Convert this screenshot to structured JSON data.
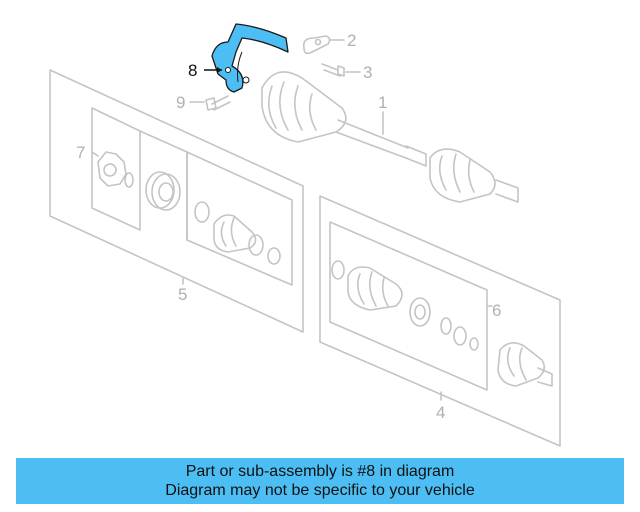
{
  "diagram": {
    "callouts": {
      "c1": "1",
      "c2": "2",
      "c3": "3",
      "c4": "4",
      "c5": "5",
      "c6": "6",
      "c7": "7",
      "c8": "8",
      "c9": "9"
    },
    "highlight_part": "8",
    "highlight_color": "#4dbef4",
    "line_color": "#c4c4c4"
  },
  "banner": {
    "line1": "Part or sub-assembly is #8 in diagram",
    "line2": "Diagram may not be specific to your vehicle",
    "background": "#4dbef4"
  }
}
